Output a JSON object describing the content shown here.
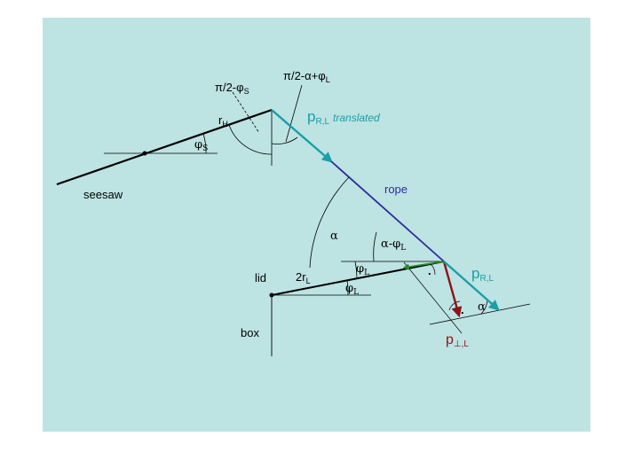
{
  "colors": {
    "background": "#bde3e3",
    "line": "#000000",
    "momentum": "#1a9fa6",
    "rope": "#2e2e9c",
    "perpendicular": "#8c1414",
    "parallel_component": "#2a8a2a"
  },
  "labels": {
    "angle_seesaw_complement": {
      "main": "π/2-φ",
      "sub": "S"
    },
    "angle_rope_complement": {
      "main": "π/2-α+φ",
      "sub": "L"
    },
    "lever_arm_seesaw": {
      "main": "r",
      "sub": "H"
    },
    "angle_seesaw": {
      "main": "φ",
      "sub": "S"
    },
    "momentum_translated": {
      "main": "p",
      "sub": "R,L",
      "suffix": "translated"
    },
    "seesaw": "seesaw",
    "rope": "rope",
    "alpha": "α",
    "alpha_minus_phi": {
      "main": "α-φ",
      "sub": "L"
    },
    "angle_lid_upper": {
      "main": "φ",
      "sub": "L"
    },
    "angle_lid_lower": {
      "main": "φ",
      "sub": "L"
    },
    "lid": "lid",
    "lever_arm_lid": {
      "main": "2r",
      "sub": "L"
    },
    "momentum_rope_end": {
      "main": "p",
      "sub": "R,L"
    },
    "alpha_at_end": "α",
    "right_angle_dot_1": ".",
    "right_angle_dot_2": ".",
    "box": "box",
    "momentum_perpendicular": {
      "main": "p",
      "sub": "⊥,L"
    }
  }
}
